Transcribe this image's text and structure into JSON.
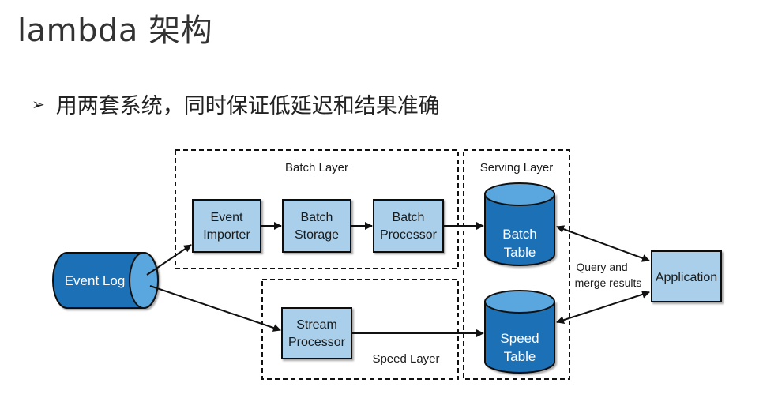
{
  "slide": {
    "title": "lambda 架构",
    "bullet_marker": "➢",
    "bullet_text": "用两套系统，同时保证低延迟和结果准确"
  },
  "diagram": {
    "layers": {
      "batch": "Batch Layer",
      "serving": "Serving Layer",
      "speed": "Speed Layer"
    },
    "nodes": {
      "event_log": "Event Log",
      "event_importer": [
        "Event",
        "Importer"
      ],
      "batch_storage": [
        "Batch",
        "Storage"
      ],
      "batch_processor": [
        "Batch",
        "Processor"
      ],
      "stream_processor": [
        "Stream",
        "Processor"
      ],
      "batch_table": [
        "Batch",
        "Table"
      ],
      "speed_table": [
        "Speed",
        "Table"
      ],
      "application": "Application"
    },
    "query_note": [
      "Query and",
      "merge results"
    ]
  },
  "colors": {
    "box_fill": "#a9cfea",
    "cylinder_fill": "#1a6fb5",
    "cylinder_top": "#5aa6de",
    "line": "#111111"
  }
}
